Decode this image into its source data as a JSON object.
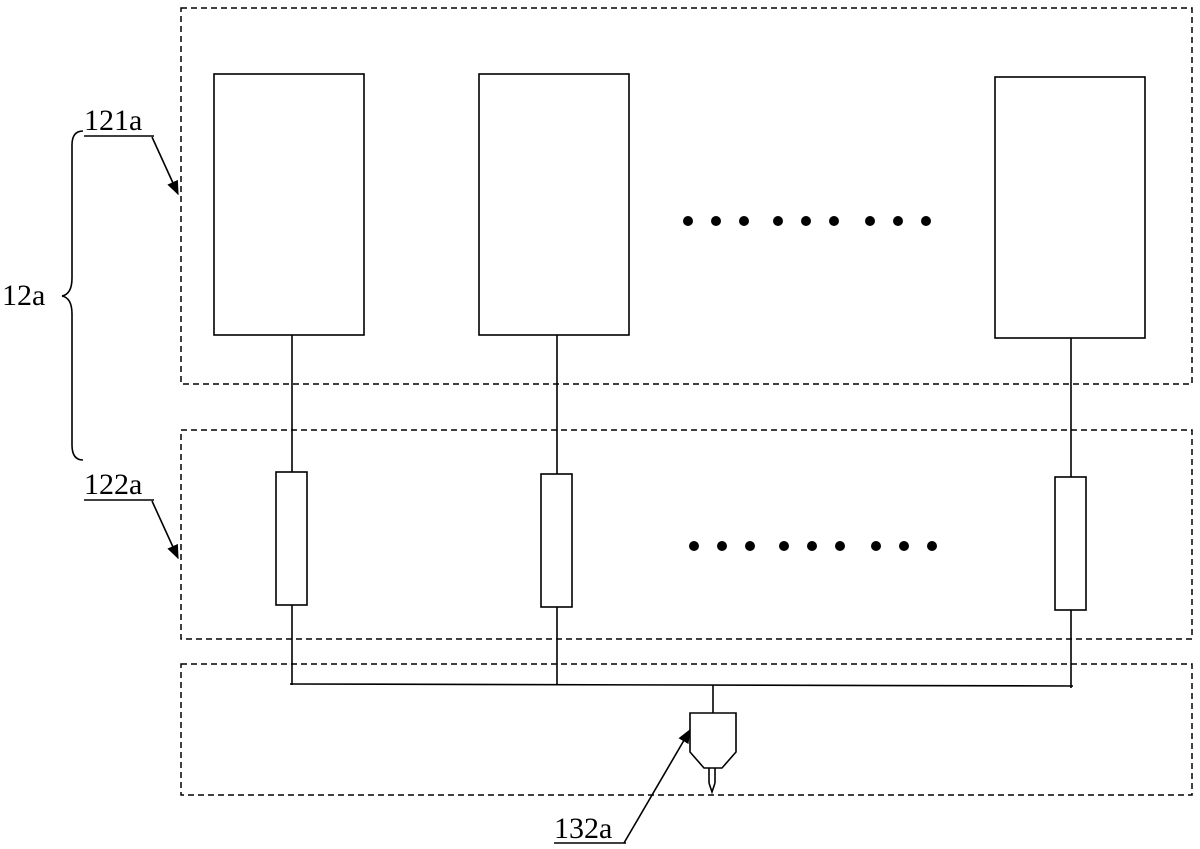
{
  "labels": {
    "group": "12a",
    "upper_region": "121a",
    "middle_region": "122a",
    "bottom_part": "132a"
  },
  "colors": {
    "stroke": "#000000",
    "background": "#ffffff"
  }
}
